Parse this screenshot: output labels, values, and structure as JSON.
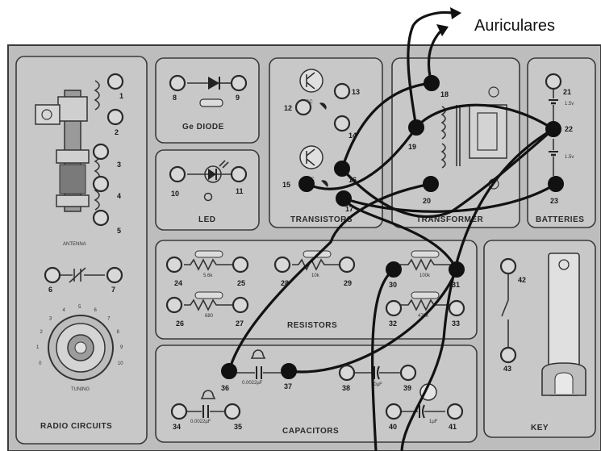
{
  "header": {
    "headphones_label": "Auriculares"
  },
  "sections": {
    "radio_circuits": "RADIO CIRCUITS",
    "antenna": "ANTENNA",
    "tuning": "TUNING",
    "diode": "Ge DIODE",
    "led": "LED",
    "transistors": "TRANSISTORS",
    "transformer": "TRANSFORMER",
    "batteries": "BATTERIES",
    "resistors": "RESISTORS",
    "capacitors": "CAPACITORS",
    "key": "KEY"
  },
  "component_values": {
    "r24_25": "5.6k",
    "r28_29": "10k",
    "r30_31": "100k",
    "r26_27": "680",
    "r32_33": "470k",
    "c36_37": "0.0022µF",
    "c38_39": "10µF",
    "c34_35": "0.0022µF",
    "c40_41": "1µF",
    "bat_21_22": "1.5v",
    "bat_22_23": "1.5v",
    "transistor_top": "2SC",
    "transistor_bottom": "2SC"
  },
  "dial_numbers": [
    "0",
    "1",
    "2",
    "3",
    "4",
    "5",
    "6",
    "7",
    "8",
    "9",
    "10"
  ],
  "terminals": {
    "t1": "1",
    "t2": "2",
    "t3": "3",
    "t4": "4",
    "t5": "5",
    "t6": "6",
    "t7": "7",
    "t8": "8",
    "t9": "9",
    "t10": "10",
    "t11": "11",
    "t12": "12",
    "t13": "13",
    "t14": "14",
    "t15": "15",
    "t16": "16",
    "t17": "17",
    "t18": "18",
    "t19": "19",
    "t20": "20",
    "t21": "21",
    "t22": "22",
    "t23": "23",
    "t24": "24",
    "t25": "25",
    "t26": "26",
    "t27": "27",
    "t28": "28",
    "t29": "29",
    "t30": "30",
    "t31": "31",
    "t32": "32",
    "t33": "33",
    "t34": "34",
    "t35": "35",
    "t36": "36",
    "t37": "37",
    "t38": "38",
    "t39": "39",
    "t40": "40",
    "t41": "41",
    "t42": "42",
    "t43": "43"
  }
}
